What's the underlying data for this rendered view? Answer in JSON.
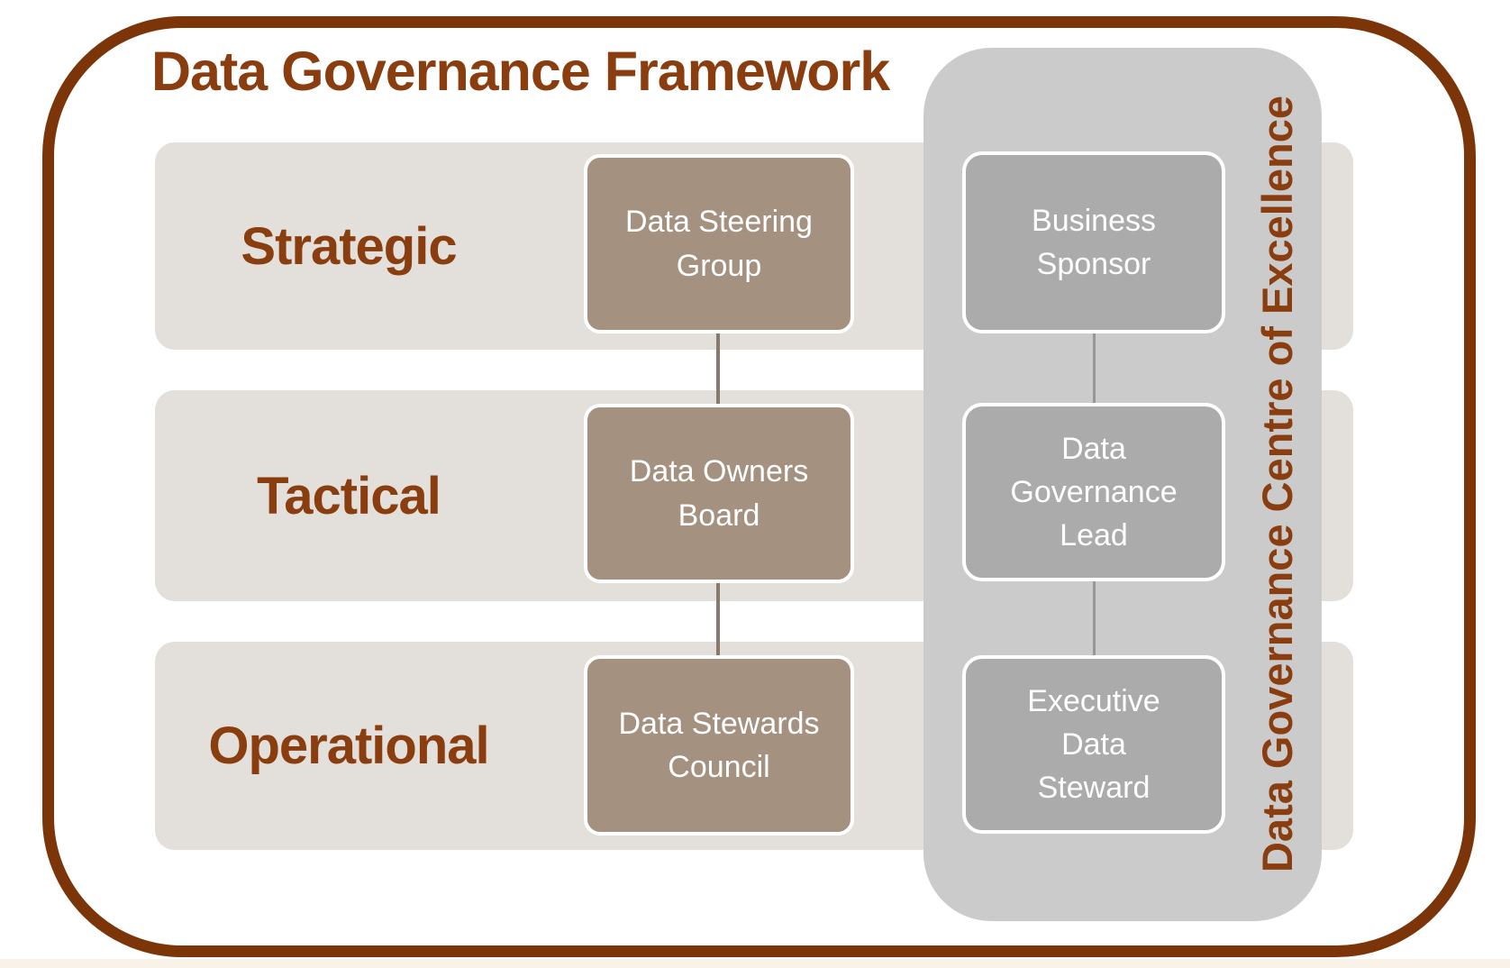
{
  "diagram": {
    "title": "Data Governance Framework",
    "levels": [
      {
        "level_label": "Strategic",
        "framework_box": "Data Steering\nGroup",
        "coe_box": "Business\nSponsor"
      },
      {
        "level_label": "Tactical",
        "framework_box": "Data Owners\nBoard",
        "coe_box": "Data\nGovernance\nLead"
      },
      {
        "level_label": "Operational",
        "framework_box": "Data Stewards\nCouncil",
        "coe_box": "Executive\nData\nSteward"
      }
    ],
    "coe_panel_title": "Data Governance Centre of Excellence",
    "colors": {
      "brown_text": "#8A3D0E",
      "frame_border": "#7B3509",
      "band_fill": "#E3DFDA",
      "framework_box_fill": "#A49180",
      "framework_box_text": "#FFFFFF",
      "coe_panel_fill": "#CBCBCB",
      "coe_box_fill": "#ABABAB",
      "coe_box_text": "#FFFFFF",
      "framework_connector": "#857A6B",
      "coe_connector": "#979797"
    }
  }
}
